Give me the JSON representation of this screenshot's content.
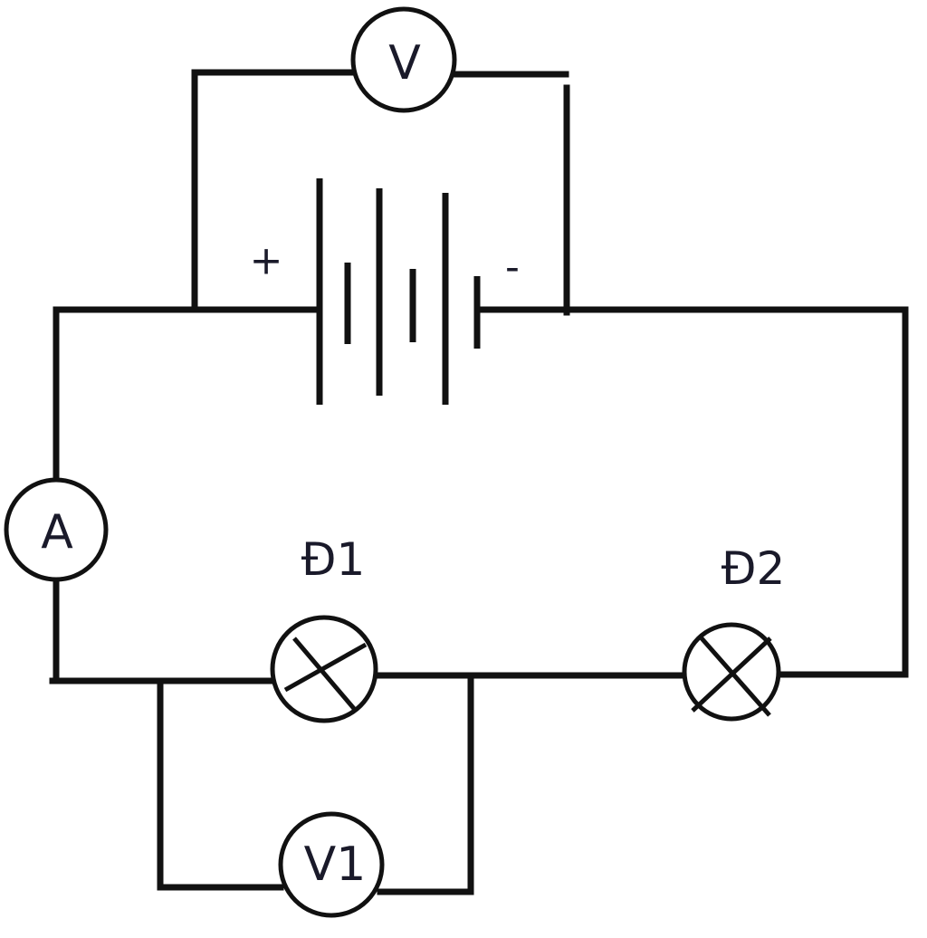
{
  "circuit": {
    "voltmeter_label": "V",
    "voltmeter1_label": "V1",
    "ammeter_label": "A",
    "lamp1_label": "Đ1",
    "lamp2_label": "Đ2",
    "battery_plus": "+",
    "battery_minus": "-"
  }
}
